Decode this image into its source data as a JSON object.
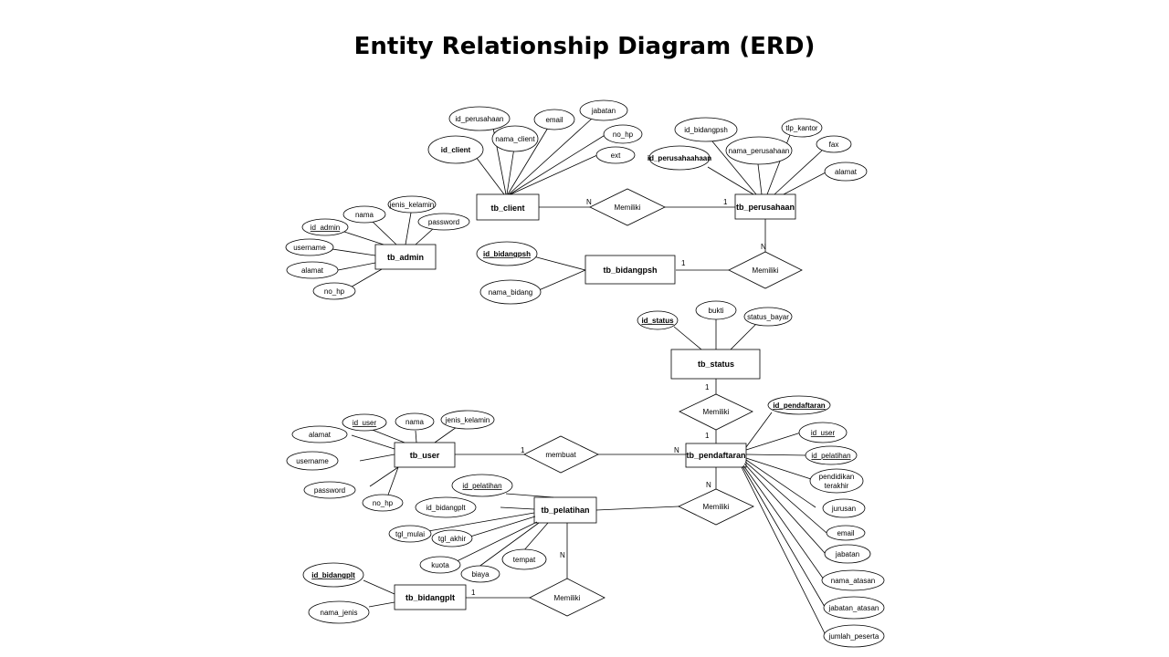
{
  "title": "Entity Relationship Diagram (ERD)",
  "diagram": {
    "entities": [
      {
        "id": "tb_client",
        "label": "tb_client"
      },
      {
        "id": "tb_perusahaan",
        "label": "tb_perusahaan"
      },
      {
        "id": "tb_admin",
        "label": "tb_admin"
      },
      {
        "id": "tb_bidangpsh",
        "label": "tb_bidangpsh"
      },
      {
        "id": "tb_status",
        "label": "tb_status"
      },
      {
        "id": "tb_user",
        "label": "tb_user"
      },
      {
        "id": "tb_pendaftaran",
        "label": "tb_pendaftaran"
      },
      {
        "id": "tb_pelatihan",
        "label": "tb_pelatihan"
      },
      {
        "id": "tb_bidangplt",
        "label": "tb_bidangplt"
      }
    ],
    "relationships": [
      {
        "id": "rel_client_perusahaan",
        "label": "Memiliki"
      },
      {
        "id": "rel_perusahaan_bidangpsh",
        "label": "Memiliki"
      },
      {
        "id": "rel_status_pendaftaran",
        "label": "Memiliki"
      },
      {
        "id": "rel_user_pendaftaran",
        "label": "membuat"
      },
      {
        "id": "rel_pendaftaran_pelatihan",
        "label": "Memiliki"
      },
      {
        "id": "rel_pelatihan_bidangplt",
        "label": "Memiliki"
      }
    ],
    "cardinalities": [
      "N",
      "1",
      "N",
      "1",
      "1",
      "1",
      "1",
      "N",
      "N",
      "N",
      "1"
    ],
    "attributes": {
      "client": [
        "id_client",
        "id_perusahaan",
        "nama_client",
        "email",
        "jabatan",
        "no_hp",
        "ext"
      ],
      "perusahaan": [
        "id_perusahaahaan",
        "id_bidangpsh",
        "nama_perusahaan",
        "tlp_kantor",
        "fax",
        "alamat"
      ],
      "admin": [
        "id_admin",
        "nama",
        "jenis_kelamin",
        "password",
        "username",
        "alamat",
        "no_hp"
      ],
      "bidangpsh": [
        "id_bidangpsh",
        "nama_bidang"
      ],
      "status": [
        "id_status",
        "bukti",
        "status_bayar"
      ],
      "user": [
        "alamat",
        "id_user",
        "nama",
        "jenis_kelamin",
        "username",
        "password",
        "no_hp"
      ],
      "pendaftaran": [
        "id_pendaftaran",
        "id_user",
        "id_pelatihan",
        "pendidikan",
        "terakhir",
        "jurusan",
        "email",
        "jabatan",
        "nama_atasan",
        "jabatan_atasan",
        "jumlah_peserta"
      ],
      "pelatihan": [
        "id_pelatihan",
        "id_bidangplt",
        "tgl_mulai",
        "tgl_akhir",
        "kuota",
        "biaya",
        "tempat"
      ],
      "bidangplt": [
        "id_bidangplt",
        "nama_jenis"
      ]
    }
  }
}
